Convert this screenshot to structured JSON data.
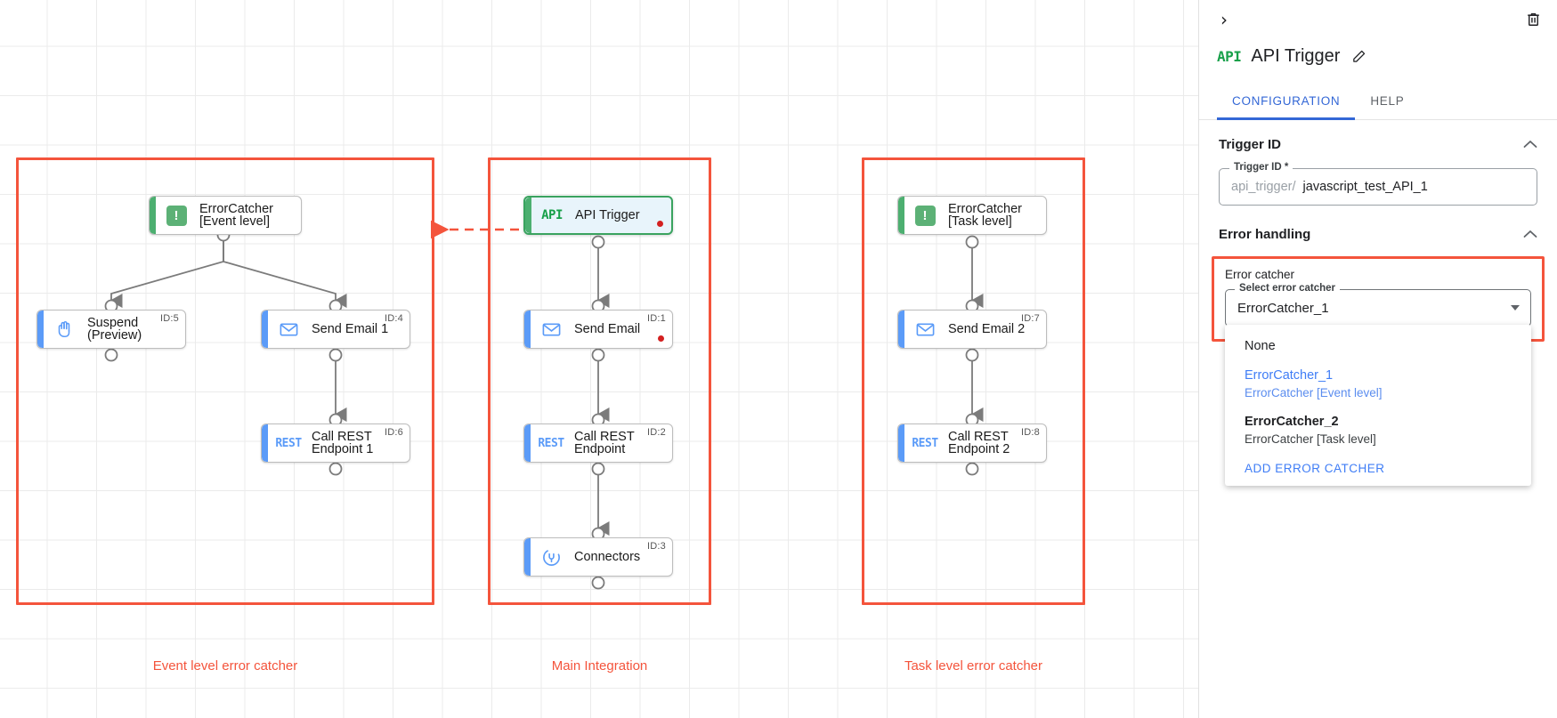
{
  "canvas": {
    "groups": [
      {
        "id": "event-level",
        "label": "Event level error catcher"
      },
      {
        "id": "main-integration",
        "label": "Main Integration"
      },
      {
        "id": "task-level",
        "label": "Task level error catcher"
      }
    ],
    "nodes": [
      {
        "key": "ec1",
        "label": "ErrorCatcher\n[Event level]",
        "icon": "error-catcher-icon",
        "accent": "green",
        "id_label": "",
        "dot": false,
        "selected": false
      },
      {
        "key": "suspend",
        "label": "Suspend\n(Preview)",
        "icon": "hand-icon",
        "accent": "blue",
        "id_label": "ID:5",
        "dot": false,
        "selected": false
      },
      {
        "key": "email1",
        "label": "Send Email 1",
        "icon": "envelope-icon",
        "accent": "blue",
        "id_label": "ID:4",
        "dot": false,
        "selected": false
      },
      {
        "key": "rest1",
        "label": "Call REST\nEndpoint 1",
        "icon": "rest-icon",
        "accent": "blue",
        "id_label": "ID:6",
        "dot": false,
        "selected": false
      },
      {
        "key": "api",
        "label": "API Trigger",
        "icon": "api-icon",
        "accent": "green",
        "id_label": "",
        "dot": true,
        "selected": true
      },
      {
        "key": "email0",
        "label": "Send Email",
        "icon": "envelope-icon",
        "accent": "blue",
        "id_label": "ID:1",
        "dot": true,
        "selected": false
      },
      {
        "key": "rest0",
        "label": "Call REST\nEndpoint",
        "icon": "rest-icon",
        "accent": "blue",
        "id_label": "ID:2",
        "dot": false,
        "selected": false
      },
      {
        "key": "conn",
        "label": "Connectors",
        "icon": "connectors-icon",
        "accent": "blue",
        "id_label": "ID:3",
        "dot": false,
        "selected": false
      },
      {
        "key": "ec2",
        "label": "ErrorCatcher\n[Task level]",
        "icon": "error-catcher-icon",
        "accent": "green",
        "id_label": "",
        "dot": false,
        "selected": false
      },
      {
        "key": "email2",
        "label": "Send Email 2",
        "icon": "envelope-icon",
        "accent": "blue",
        "id_label": "ID:7",
        "dot": false,
        "selected": false
      },
      {
        "key": "rest2",
        "label": "Call REST\nEndpoint 2",
        "icon": "rest-icon",
        "accent": "blue",
        "id_label": "ID:8",
        "dot": false,
        "selected": false
      }
    ],
    "icon_glyphs": {
      "error-catcher-icon": "!",
      "api-icon": "API",
      "rest-icon": "REST"
    }
  },
  "panel": {
    "collapse_glyph": "›",
    "title": "API Trigger",
    "title_icon": "API",
    "tabs": [
      {
        "label": "CONFIGURATION",
        "active": true
      },
      {
        "label": "HELP",
        "active": false
      }
    ],
    "trigger_id_section": {
      "title": "Trigger ID",
      "field_legend": "Trigger ID *",
      "prefix": "api_trigger/",
      "value": "javascript_test_API_1"
    },
    "error_handling_section": {
      "title": "Error handling",
      "sub_label": "Error catcher",
      "select_legend": "Select error catcher",
      "selected_value": "ErrorCatcher_1",
      "options": [
        {
          "l1": "None",
          "l2": "",
          "selected": false,
          "bold": false
        },
        {
          "l1": "ErrorCatcher_1",
          "l2": "ErrorCatcher [Event level]",
          "selected": true,
          "bold": false
        },
        {
          "l1": "ErrorCatcher_2",
          "l2": "ErrorCatcher [Task level]",
          "selected": false,
          "bold": true
        }
      ],
      "action_label": "ADD ERROR CATCHER"
    }
  },
  "colors": {
    "accent_red": "#f4543c",
    "link_blue": "#3f7df6",
    "node_blue": "#5b9bf8",
    "node_green": "#4caf70",
    "tab_active": "#3367d6"
  }
}
